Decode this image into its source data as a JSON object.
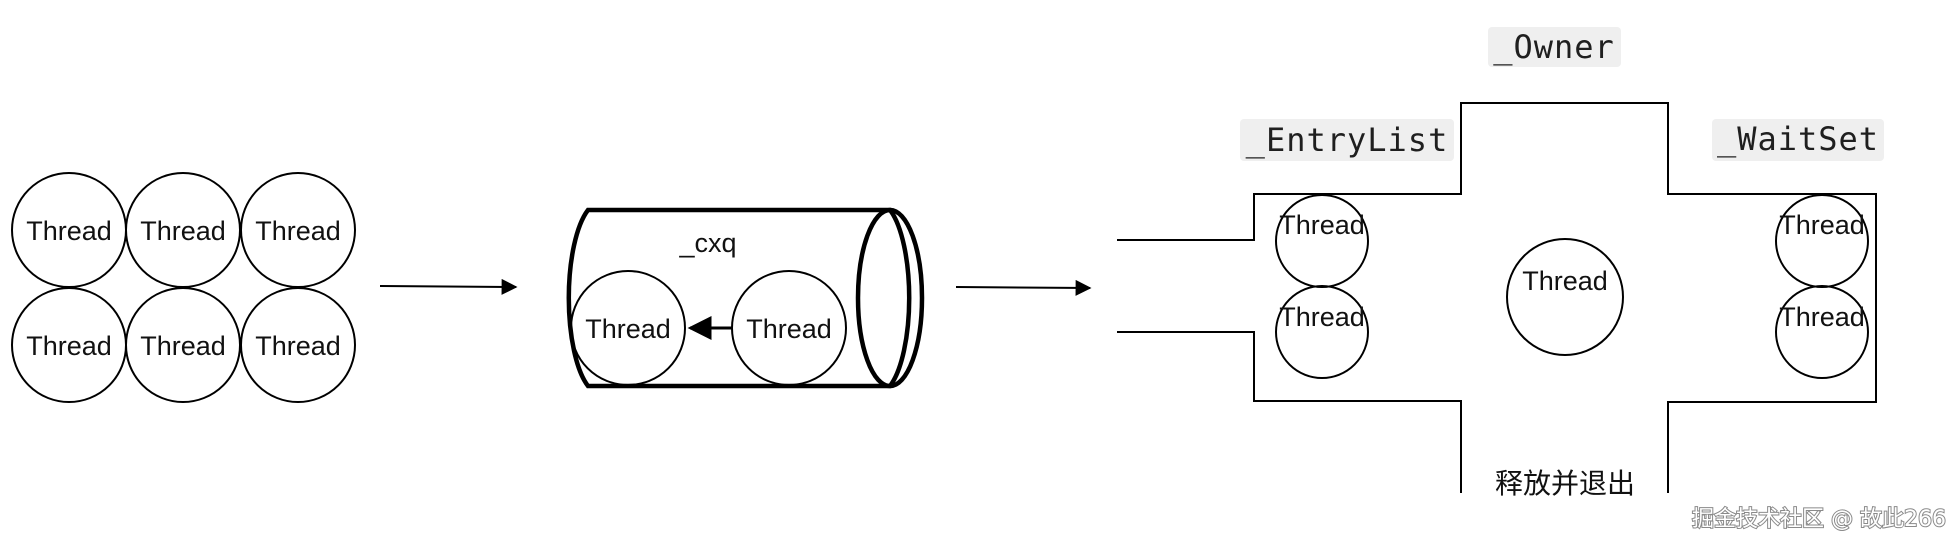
{
  "thread_label": "Thread",
  "cxq_label": "_cxq",
  "owner_label": "_Owner",
  "entrylist_label": "_EntryList",
  "waitset_label": "_WaitSet",
  "release_label": "释放并退出",
  "watermark": "掘金技术社区 @ 故此266",
  "colors": {
    "stroke": "#000000",
    "code_background": "#efefef"
  }
}
